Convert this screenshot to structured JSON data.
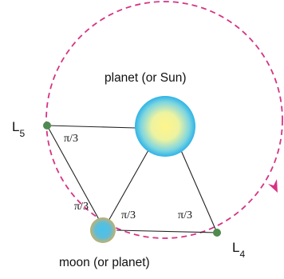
{
  "bodies": {
    "primary_label": "planet (or Sun)",
    "secondary_label": "moon (or planet)"
  },
  "lagrange_points": {
    "l5": {
      "letter": "L",
      "subscript": "5"
    },
    "l4": {
      "letter": "L",
      "subscript": "4"
    }
  },
  "angles": {
    "at_l5": "π/3",
    "at_moon_upper": "π/3",
    "at_moon_right": "π/3",
    "at_l4": "π/3"
  },
  "colors": {
    "orbit": "#d63384",
    "point": "#4f8a4f",
    "line": "#222222",
    "sun_core": "#fff27a",
    "sun_edge": "#2eb8e8",
    "moon_core": "#3ab8e8",
    "moon_edge": "#b8a868"
  }
}
